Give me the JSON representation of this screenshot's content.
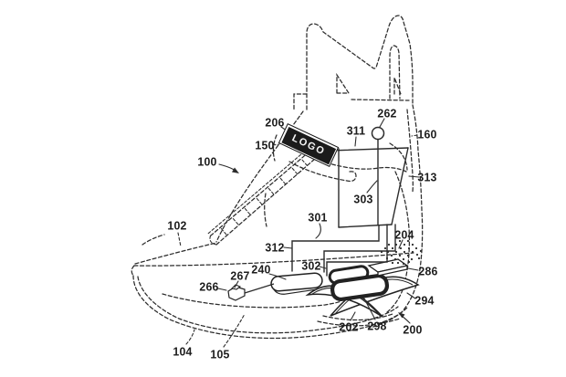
{
  "figure": {
    "kind": "patent line drawing",
    "subject": "High-top sneaker with automatic lacing system, side elevation shown in phantom (dashed) lines with internal wiring and sole components",
    "background_color": "#ffffff",
    "ink_color": "#2b2b2b",
    "strap": {
      "logo_text": "LOGO"
    },
    "reference_numerals": {
      "n100": "100",
      "n102": "102",
      "n104": "104",
      "n105": "105",
      "n150": "150",
      "n160": "160",
      "n200": "200",
      "n202": "202",
      "n204": "204",
      "n206": "206",
      "n240": "240",
      "n262": "262",
      "n266": "266",
      "n267": "267",
      "n286": "286",
      "n294": "294",
      "n298": "298",
      "n301": "301",
      "n302": "302",
      "n303": "303",
      "n311": "311",
      "n312": "312",
      "n313": "313"
    }
  }
}
